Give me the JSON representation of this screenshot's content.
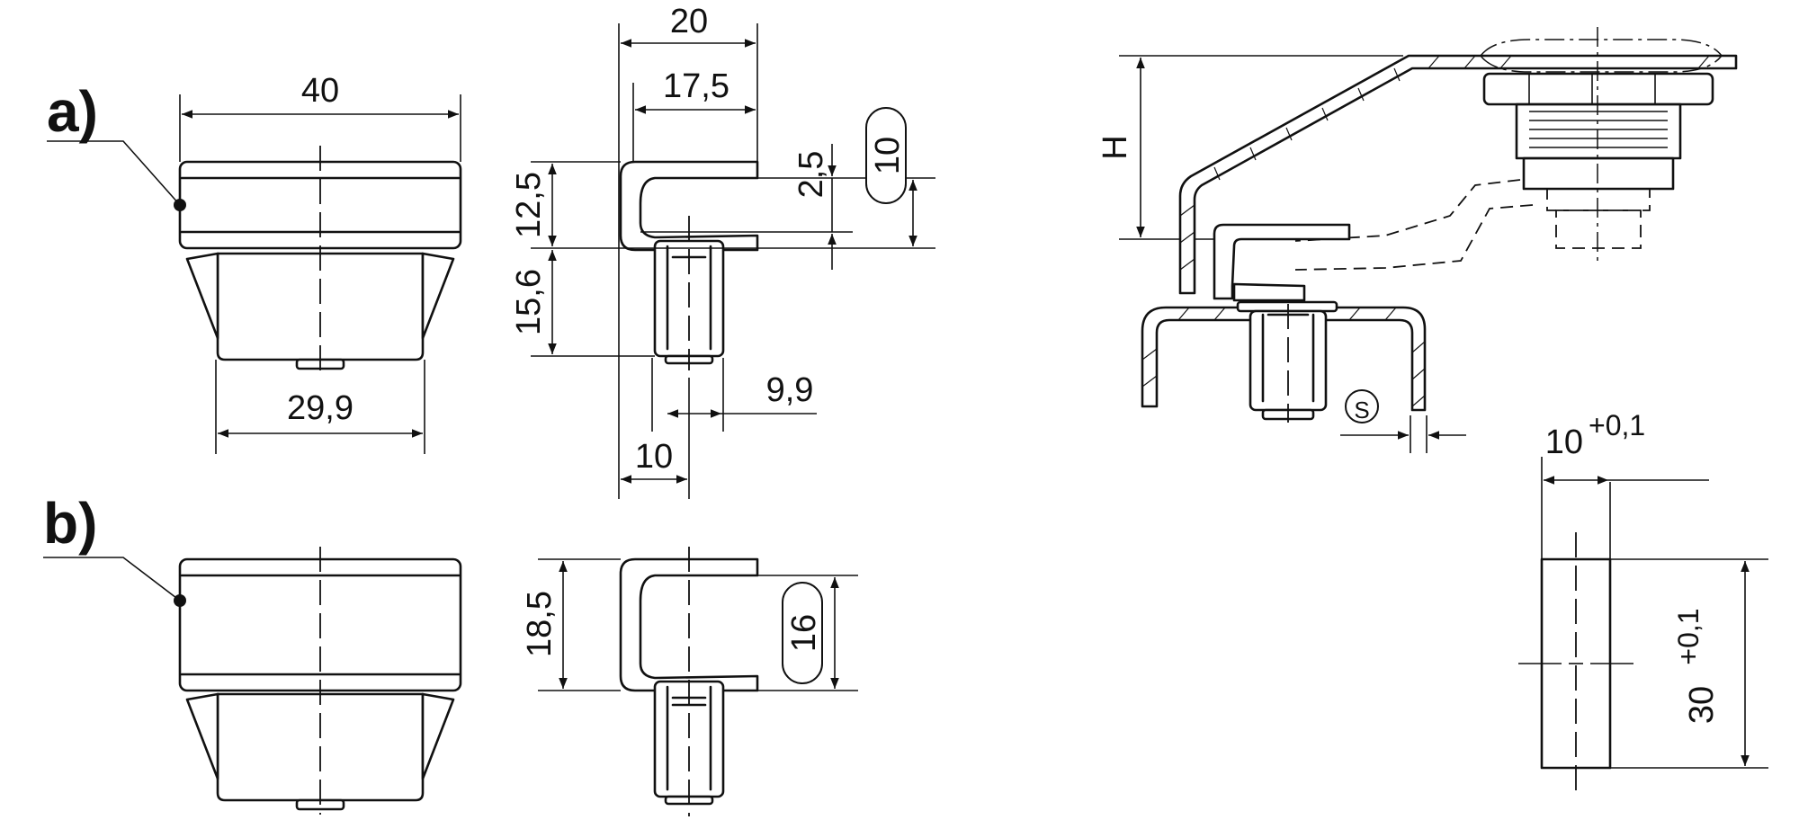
{
  "labels": {
    "variant_a": "a)",
    "variant_b": "b)",
    "height_symbol": "H",
    "thickness_symbol": "S"
  },
  "dimensions": {
    "a_width_top": "40",
    "a_width_bottom": "29,9",
    "side_total_width": "20",
    "side_inner_width": "17,5",
    "side_upper_height": "12,5",
    "side_lower_height": "15,6",
    "side_gap": "2,5",
    "side_clip_capacity_a": "10",
    "side_bottom_offset": "9,9",
    "side_base_width": "10",
    "b_height": "18,5",
    "b_clip_capacity": "16",
    "cutout_width": "10",
    "cutout_width_tol": "+0,1",
    "cutout_height": "30",
    "cutout_height_tol": "+0,1"
  },
  "colors": {
    "line": "#111111",
    "background": "#ffffff"
  }
}
